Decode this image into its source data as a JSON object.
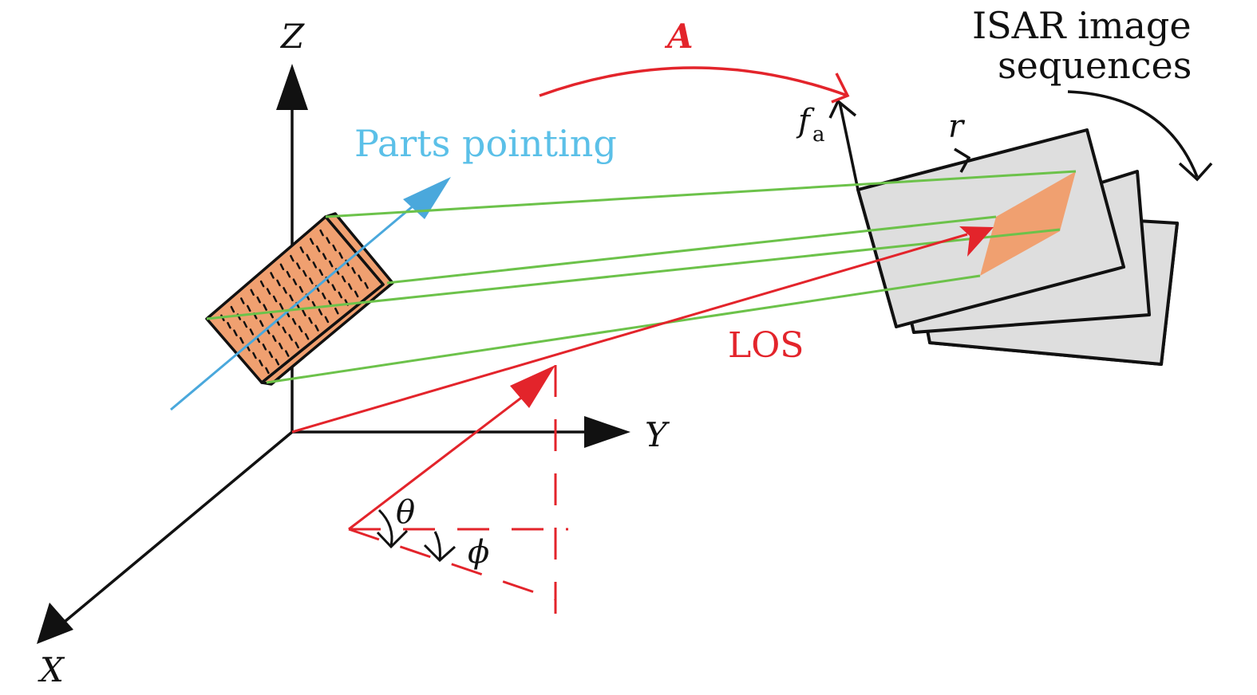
{
  "diagram": {
    "type": "ISAR imaging geometry",
    "axes": {
      "x_label": "X",
      "y_label": "Y",
      "z_label": "Z"
    },
    "labels": {
      "parts_pointing": "Parts pointing",
      "rotation": "A",
      "image_sequences_line1": "ISAR image",
      "image_sequences_line2": "sequences",
      "azimuth_freq": "f",
      "azimuth_freq_sub": "a",
      "range": "r",
      "los": "LOS",
      "theta": "θ",
      "phi": "ϕ"
    },
    "colors": {
      "axis": "#1a1a1a",
      "los": "#e3242b",
      "projection": "#6cc24a",
      "pointing": "#4aa8dc",
      "pointing_text": "#5bc0e8",
      "target_fill": "#f0a070",
      "image_fill": "#dedede"
    },
    "image_frames": 3
  }
}
